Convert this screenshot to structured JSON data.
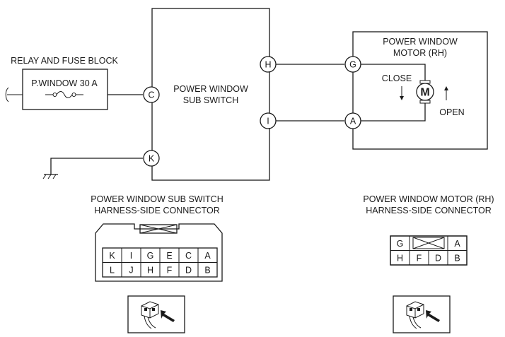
{
  "relay_block": {
    "title": "RELAY AND FUSE BLOCK",
    "fuse_label": "P.WINDOW 30 A"
  },
  "sub_switch": {
    "title_line1": "POWER WINDOW",
    "title_line2": "SUB SWITCH",
    "pins": {
      "c": "C",
      "k": "K",
      "h": "H",
      "i": "I"
    }
  },
  "motor": {
    "title_line1": "POWER WINDOW",
    "title_line2": "MOTOR (RH)",
    "pins": {
      "g": "G",
      "a": "A"
    },
    "symbol": "M",
    "close_label": "CLOSE",
    "open_label": "OPEN"
  },
  "sub_switch_connector": {
    "title_line1": "POWER WINDOW SUB SWITCH",
    "title_line2": "HARNESS-SIDE CONNECTOR",
    "row1": [
      "K",
      "I",
      "G",
      "E",
      "C",
      "A"
    ],
    "row2": [
      "L",
      "J",
      "H",
      "F",
      "D",
      "B"
    ]
  },
  "motor_connector": {
    "title_line1": "POWER WINDOW MOTOR (RH)",
    "title_line2": "HARNESS-SIDE CONNECTOR",
    "row1_left": "G",
    "row1_right": "A",
    "row2": [
      "H",
      "F",
      "D",
      "B"
    ]
  },
  "icons": [
    "fuse-icon",
    "ground-icon",
    "wire-end-icon",
    "motor-icon",
    "connector-plug-icon",
    "arrow-icon"
  ]
}
